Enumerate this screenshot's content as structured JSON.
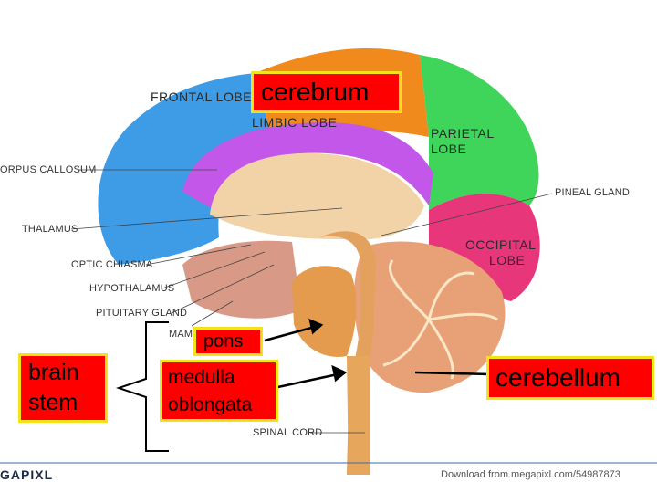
{
  "anatomy_labels": {
    "frontal_lobe": "FRONTAL LOBE",
    "limbic_lobe": "LIMBIC LOBE",
    "parietal_lobe_1": "PARIETAL",
    "parietal_lobe_2": "LOBE",
    "corpus_callosum": "ORPUS CALLOSUM",
    "pineal_gland": "PINEAL GLAND",
    "thalamus": "THALAMUS",
    "optic_chiasma": "OPTIC CHIASMA",
    "occipital_lobe_1": "OCCIPITAL",
    "occipital_lobe_2": "LOBE",
    "hypothalamus": "HYPOTHALAMUS",
    "pituitary_gland": "PITUITARY GLAND",
    "mammillary_body": "MAMMIL",
    "spinal_cord": "SPINAL CORD"
  },
  "overlay_boxes": {
    "cerebrum": "cerebrum",
    "pons": "pons",
    "medulla_1": "medulla",
    "medulla_2": "oblongata",
    "brain_stem_1": "brain",
    "brain_stem_2": "stem",
    "cerebellum": "cerebellum"
  },
  "footer": {
    "logo": "GAPIXL",
    "credit": "Download from megapixl.com/54987873"
  },
  "colors": {
    "frontal": "#3e9be6",
    "limbic": "#c257ea",
    "parietal": "#3ed55a",
    "occipital": "#e8367a",
    "box_fill": "#ff0000",
    "box_border": "#f5e21a"
  }
}
